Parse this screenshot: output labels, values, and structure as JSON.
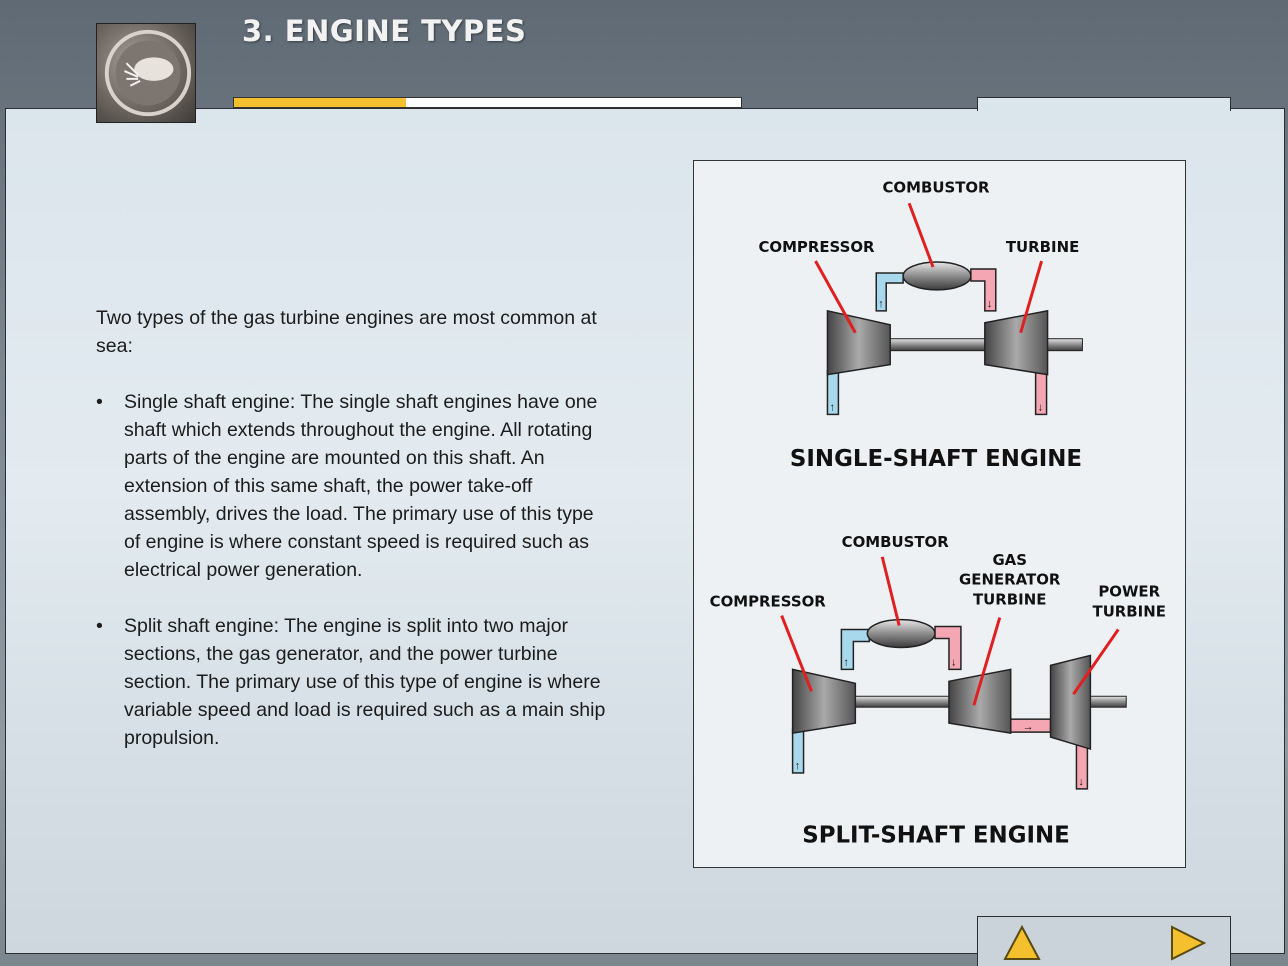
{
  "header": {
    "title": "3. ENGINE TYPES",
    "progress": 0.34
  },
  "content": {
    "intro": "Two types of the gas turbine engines are most common at sea:",
    "bullets": [
      "Single shaft engine: The single shaft engines have one shaft which extends throughout the engine. All rotating parts of the engine are mounted on this shaft. An extension of this same shaft, the power take-off assembly, drives the load. The primary use of this type of engine is where constant speed is required such as electrical power generation.",
      "Split shaft engine: The engine is split into two major sections, the gas generator, and the power turbine section. The primary use of this type of engine is where variable speed and load is required such as a main ship propulsion."
    ]
  },
  "figure": {
    "single": {
      "combustor": "COMBUSTOR",
      "compressor": "COMPRESSOR",
      "turbine": "TURBINE",
      "caption": "SINGLE-SHAFT ENGINE"
    },
    "split": {
      "combustor": "COMBUSTOR",
      "compressor": "COMPRESSOR",
      "gas_line1": "GAS",
      "gas_line2": "GENERATOR",
      "gas_line3": "TURBINE",
      "power_line1": "POWER",
      "power_line2": "TURBINE",
      "caption": "SPLIT-SHAFT ENGINE"
    }
  },
  "navigation": {
    "up_icon": "triangle-up-icon",
    "next_icon": "triangle-right-icon"
  },
  "colors": {
    "accent": "#f4c02e",
    "intake": "#a8d8ec",
    "exhaust": "#f4a7b2",
    "leader": "#e02020"
  }
}
